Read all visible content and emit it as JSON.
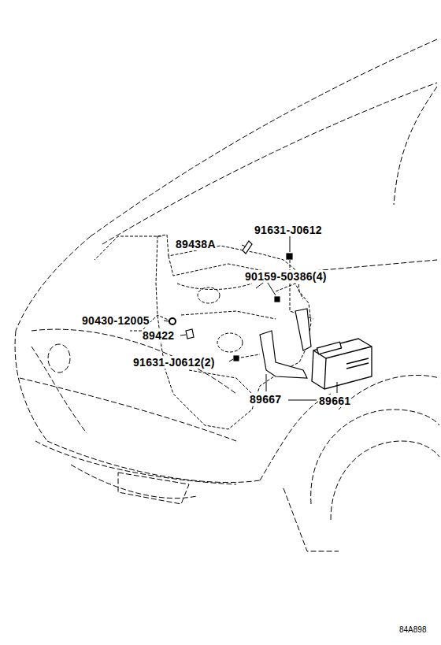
{
  "diagram": {
    "labels": [
      "89438A",
      "91631-J0612",
      "90159-50386(4)",
      "90430-12005",
      "89422",
      "91631-J0612(2)",
      "89667",
      "89661",
      "84A898"
    ]
  }
}
